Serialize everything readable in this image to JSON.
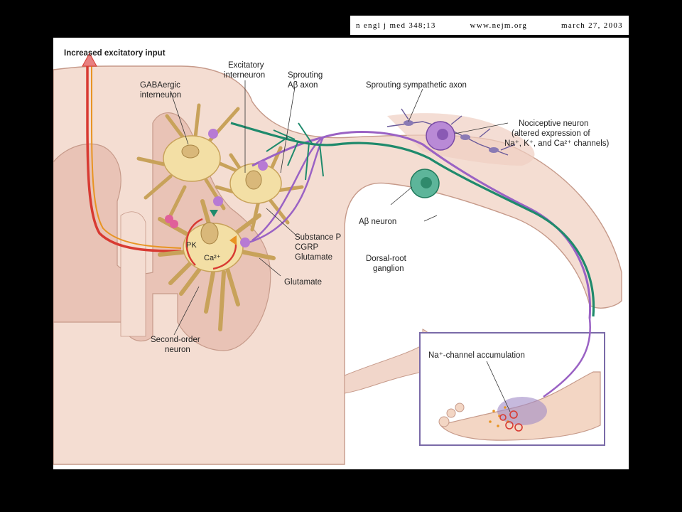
{
  "header": {
    "journal": "n engl j med 348;13",
    "site": "www.nejm.org",
    "date": "march 27, 2003"
  },
  "labels": {
    "increased_input": "Increased excitatory input",
    "gabaergic_1": "GABAergic",
    "gabaergic_2": "interneuron",
    "excitatory_1": "Excitatory",
    "excitatory_2": "interneuron",
    "sprouting_ab_1": "Sprouting",
    "sprouting_ab_2": "Aβ axon",
    "sprouting_symp": "Sprouting sympathetic axon",
    "nociceptive_1": "Nociceptive neuron",
    "nociceptive_2": "(altered expression of",
    "nociceptive_3": "Na⁺, K⁺, and Ca²⁺ channels)",
    "ab_neuron": "Aβ neuron",
    "drg_1": "Dorsal-root",
    "drg_2": "ganglion",
    "substance_p": "Substance P",
    "cgrp": "CGRP",
    "glutamate_1": "Glutamate",
    "glutamate_2": "Glutamate",
    "pk": "PK",
    "ca": "Ca²⁺",
    "second_order_1": "Second-order",
    "second_order_2": "neuron",
    "na_channel": "Na⁺-channel accumulation"
  },
  "colors": {
    "background": "#000000",
    "cord_tissue": "#f4ddd2",
    "gray_matter": "#e9c3b6",
    "neuron_body": "#f3dfa5",
    "neuron_outline": "#c8a25a",
    "purple_axon": "#9a62c4",
    "green_axon": "#1f8a6c",
    "red_pathway": "#d83a32",
    "arrow_accent": "#e89422",
    "inset_border": "#7a6aa8"
  }
}
